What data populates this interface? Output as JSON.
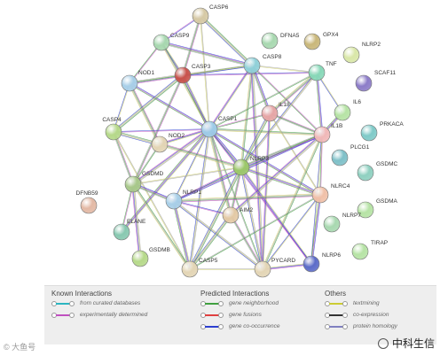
{
  "nodes": [
    {
      "id": "CASP6",
      "label": "CASP6",
      "color": "#d6c9a5"
    },
    {
      "id": "CASP9",
      "label": "CASP9",
      "color": "#a8d8b0"
    },
    {
      "id": "DFNA5",
      "label": "DFNA5",
      "color": "#a8d8b0"
    },
    {
      "id": "GPX4",
      "label": "GPX4",
      "color": "#c9b77a"
    },
    {
      "id": "NLRP2",
      "label": "NLRP2",
      "color": "#d9e7a8"
    },
    {
      "id": "NOD1",
      "label": "NOD1",
      "color": "#a8cfe8"
    },
    {
      "id": "CASP3",
      "label": "CASP3",
      "color": "#c8524c"
    },
    {
      "id": "CASP8",
      "label": "CASP8",
      "color": "#8fd0d8"
    },
    {
      "id": "TNF",
      "label": "TNF",
      "color": "#88d8b8"
    },
    {
      "id": "SCAF11",
      "label": "SCAF11",
      "color": "#8c7cc8"
    },
    {
      "id": "IL6",
      "label": "IL6",
      "color": "#b6e3a5"
    },
    {
      "id": "CASP4",
      "label": "CASP4",
      "color": "#b6d98a"
    },
    {
      "id": "CASP1",
      "label": "CASP1",
      "color": "#9ecbe8"
    },
    {
      "id": "IL18",
      "label": "IL18",
      "color": "#e6a6a6"
    },
    {
      "id": "IL1B",
      "label": "IL1B",
      "color": "#f0b8b8"
    },
    {
      "id": "PRKACA",
      "label": "PRKACA",
      "color": "#7fcac8"
    },
    {
      "id": "NOD2",
      "label": "NOD2",
      "color": "#e3d5b5"
    },
    {
      "id": "PLCG1",
      "label": "PLCG1",
      "color": "#7fc0c8"
    },
    {
      "id": "NLRP3",
      "label": "NLRP3",
      "color": "#9cc86a"
    },
    {
      "id": "GSDMC",
      "label": "GSDMC",
      "color": "#8fd0c0"
    },
    {
      "id": "GSDMD",
      "label": "GSDMD",
      "color": "#a8c88a"
    },
    {
      "id": "NLRC4",
      "label": "NLRC4",
      "color": "#f0c0a8"
    },
    {
      "id": "DFNB59",
      "label": "DFNB59",
      "color": "#e3b9a5"
    },
    {
      "id": "NLRP1",
      "label": "NLRP1",
      "color": "#a8cfe8"
    },
    {
      "id": "GSDMA",
      "label": "GSDMA",
      "color": "#b6e3a5"
    },
    {
      "id": "ELANE",
      "label": "ELANE",
      "color": "#88c8b0"
    },
    {
      "id": "AIM2",
      "label": "AIM2",
      "color": "#e3c9a5"
    },
    {
      "id": "NLRP7",
      "label": "NLRP7",
      "color": "#a8d8b0"
    },
    {
      "id": "TIRAP",
      "label": "TIRAP",
      "color": "#b6e3a5"
    },
    {
      "id": "GSDMB",
      "label": "GSDMB",
      "color": "#b6d98a"
    },
    {
      "id": "CASP5",
      "label": "CASP5",
      "color": "#e3d5b5"
    },
    {
      "id": "PYCARD",
      "label": "PYCARD",
      "color": "#e3d5b5"
    },
    {
      "id": "NLRP6",
      "label": "NLRP6",
      "color": "#5c6cc8"
    }
  ],
  "edges": [
    [
      "CASP6",
      "CASP9"
    ],
    [
      "CASP6",
      "CASP3"
    ],
    [
      "CASP6",
      "CASP8"
    ],
    [
      "CASP6",
      "CASP1"
    ],
    [
      "CASP9",
      "CASP3"
    ],
    [
      "CASP9",
      "CASP8"
    ],
    [
      "CASP9",
      "NOD1"
    ],
    [
      "CASP9",
      "CASP1"
    ],
    [
      "NOD1",
      "CASP3"
    ],
    [
      "NOD1",
      "CASP4"
    ],
    [
      "NOD1",
      "CASP1"
    ],
    [
      "NOD1",
      "NOD2"
    ],
    [
      "NOD1",
      "CASP8"
    ],
    [
      "CASP3",
      "CASP8"
    ],
    [
      "CASP3",
      "CASP1"
    ],
    [
      "CASP3",
      "TNF"
    ],
    [
      "CASP3",
      "GSDMD"
    ],
    [
      "CASP3",
      "CASP4"
    ],
    [
      "CASP8",
      "TNF"
    ],
    [
      "CASP8",
      "CASP1"
    ],
    [
      "CASP8",
      "IL18"
    ],
    [
      "CASP8",
      "IL1B"
    ],
    [
      "CASP8",
      "NLRP3"
    ],
    [
      "CASP8",
      "PYCARD"
    ],
    [
      "TNF",
      "IL6"
    ],
    [
      "TNF",
      "IL1B"
    ],
    [
      "TNF",
      "IL18"
    ],
    [
      "TNF",
      "CASP1"
    ],
    [
      "TNF",
      "NLRP3"
    ],
    [
      "IL6",
      "IL1B"
    ],
    [
      "CASP4",
      "CASP1"
    ],
    [
      "CASP4",
      "GSDMD"
    ],
    [
      "CASP4",
      "NOD2"
    ],
    [
      "CASP4",
      "CASP5"
    ],
    [
      "CASP1",
      "NOD2"
    ],
    [
      "CASP1",
      "NLRP3"
    ],
    [
      "CASP1",
      "IL18"
    ],
    [
      "CASP1",
      "IL1B"
    ],
    [
      "CASP1",
      "GSDMD"
    ],
    [
      "CASP1",
      "NLRP1"
    ],
    [
      "CASP1",
      "NLRC4"
    ],
    [
      "CASP1",
      "AIM2"
    ],
    [
      "CASP1",
      "PYCARD"
    ],
    [
      "CASP1",
      "CASP5"
    ],
    [
      "CASP1",
      "ELANE"
    ],
    [
      "CASP1",
      "NLRP6"
    ],
    [
      "IL18",
      "IL1B"
    ],
    [
      "IL18",
      "NLRP3"
    ],
    [
      "IL18",
      "NLRC4"
    ],
    [
      "IL18",
      "PYCARD"
    ],
    [
      "IL1B",
      "NLRP3"
    ],
    [
      "IL1B",
      "NLRC4"
    ],
    [
      "IL1B",
      "PYCARD"
    ],
    [
      "IL1B",
      "AIM2"
    ],
    [
      "IL1B",
      "NLRP6"
    ],
    [
      "IL1B",
      "NLRP1"
    ],
    [
      "NOD2",
      "NLRP3"
    ],
    [
      "NOD2",
      "GSDMD"
    ],
    [
      "NLRP3",
      "PYCARD"
    ],
    [
      "NLRP3",
      "NLRC4"
    ],
    [
      "NLRP3",
      "NLRP1"
    ],
    [
      "NLRP3",
      "AIM2"
    ],
    [
      "NLRP3",
      "CASP5"
    ],
    [
      "NLRP3",
      "GSDMD"
    ],
    [
      "NLRP3",
      "NLRP6"
    ],
    [
      "GSDMD",
      "NLRP1"
    ],
    [
      "GSDMD",
      "ELANE"
    ],
    [
      "GSDMD",
      "CASP5"
    ],
    [
      "GSDMD",
      "GSDMB"
    ],
    [
      "NLRC4",
      "PYCARD"
    ],
    [
      "NLRC4",
      "NLRP6"
    ],
    [
      "NLRC4",
      "NLRP1"
    ],
    [
      "NLRC4",
      "CASP5"
    ],
    [
      "NLRP1",
      "PYCARD"
    ],
    [
      "NLRP1",
      "CASP5"
    ],
    [
      "NLRP1",
      "AIM2"
    ],
    [
      "AIM2",
      "PYCARD"
    ],
    [
      "AIM2",
      "CASP5"
    ],
    [
      "CASP5",
      "PYCARD"
    ],
    [
      "PYCARD",
      "NLRP6"
    ]
  ],
  "edge_colors": [
    "#2c3fd0",
    "#c050c0",
    "#40a040",
    "#a0a0a0",
    "#cccc66"
  ],
  "legend": {
    "known": {
      "title": "Known Interactions",
      "items": [
        {
          "label": "from curated databases",
          "color": "#2bb5c0"
        },
        {
          "label": "experimentally determined",
          "color": "#c050c0"
        }
      ]
    },
    "predicted": {
      "title": "Predicted Interactions",
      "items": [
        {
          "label": "gene neighborhood",
          "color": "#40a040"
        },
        {
          "label": "gene fusions",
          "color": "#e04040"
        },
        {
          "label": "gene co-occurrence",
          "color": "#2c3fd0"
        }
      ]
    },
    "others": {
      "title": "Others",
      "items": [
        {
          "label": "textmining",
          "color": "#cccc33"
        },
        {
          "label": "co-expression",
          "color": "#333333"
        },
        {
          "label": "protein homology",
          "color": "#8080c0"
        }
      ]
    }
  },
  "watermark_left": "© 大鱼号",
  "watermark_right": "中科生信"
}
